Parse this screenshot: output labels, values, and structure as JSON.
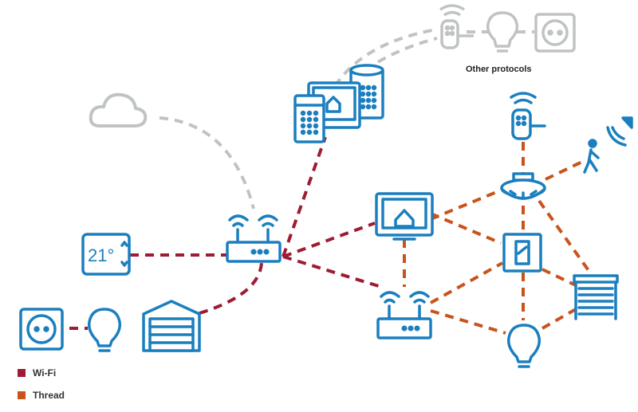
{
  "labels": {
    "other_protocols": "Other protocols",
    "thermostat_reading": "21°"
  },
  "legend": [
    {
      "label": "Wi-Fi",
      "color": "#9e1b32"
    },
    {
      "label": "Thread",
      "color": "#c8541c"
    }
  ],
  "colors": {
    "device_blue": "#1a7fbf",
    "inactive_gray": "#c0c3c3",
    "wifi": "#9e1b32",
    "thread": "#c8541c"
  },
  "icons": [
    "cloud-icon",
    "phone-icon",
    "tablet-icon",
    "smart-speaker-icon",
    "door-lock-icon",
    "light-bulb-icon",
    "power-outlet-icon",
    "thermostat-icon",
    "wifi-router-icon",
    "smart-display-icon",
    "thread-border-router-icon",
    "smoke-detector-icon",
    "light-switch-icon",
    "window-blinds-icon",
    "motion-sensor-icon",
    "person-walking-icon",
    "garage-door-icon"
  ]
}
